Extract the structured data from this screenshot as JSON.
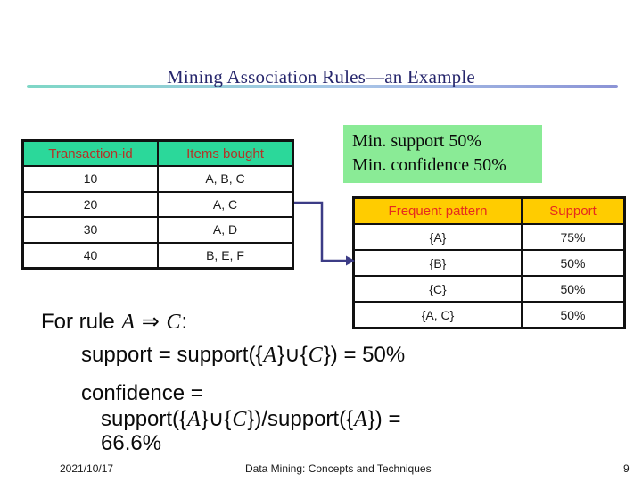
{
  "colors": {
    "header-teal": "#2bd89a",
    "header-yellow": "#ffcc00",
    "red-on-teal": "#b53227",
    "red-on-yellow": "#e62b1e",
    "minbox-green": "#8aeb96",
    "arrow-navy": "#3c3c86",
    "title-navy": "#26266c",
    "grad-left": "#7ed7c6",
    "grad-mid": "#a9c6e8",
    "grad-right": "#8b93d6"
  },
  "title": "Mining Association Rules—an Example",
  "transactions_table": {
    "headers": [
      "Transaction-id",
      "Items bought"
    ],
    "rows": [
      [
        "10",
        "A, B, C"
      ],
      [
        "20",
        "A, C"
      ],
      [
        "30",
        "A, D"
      ],
      [
        "40",
        "B, E, F"
      ]
    ]
  },
  "min_box": {
    "line1": "Min. support 50%",
    "line2": "Min. confidence 50%"
  },
  "frequent_table": {
    "headers": [
      "Frequent pattern",
      "Support"
    ],
    "rows": [
      [
        "{A}",
        "75%"
      ],
      [
        "{B}",
        "50%"
      ],
      [
        "{C}",
        "50%"
      ],
      [
        "{A, C}",
        "50%"
      ]
    ]
  },
  "rule": {
    "line1": [
      {
        "t": "For rule "
      },
      {
        "t": "A",
        "i": true
      },
      {
        "t": " ⇒ ",
        "i": false
      },
      {
        "t": "C",
        "i": true
      },
      {
        "t": ":"
      }
    ],
    "line2": [
      {
        "t": "support = support({"
      },
      {
        "t": "A",
        "i": true
      },
      {
        "t": "}∪{"
      },
      {
        "t": "C",
        "i": true
      },
      {
        "t": "}) = 50%"
      }
    ],
    "line3": [
      {
        "t": "confidence ="
      }
    ],
    "line4": [
      {
        "t": "support({"
      },
      {
        "t": "A",
        "i": true
      },
      {
        "t": "}∪{"
      },
      {
        "t": "C",
        "i": true
      },
      {
        "t": "})/support({"
      },
      {
        "t": "A",
        "i": true
      },
      {
        "t": "}) ="
      }
    ],
    "line5": [
      {
        "t": "66.6%"
      }
    ]
  },
  "footer": {
    "date": "2021/10/17",
    "title": "Data Mining: Concepts and Techniques",
    "page": "9"
  }
}
